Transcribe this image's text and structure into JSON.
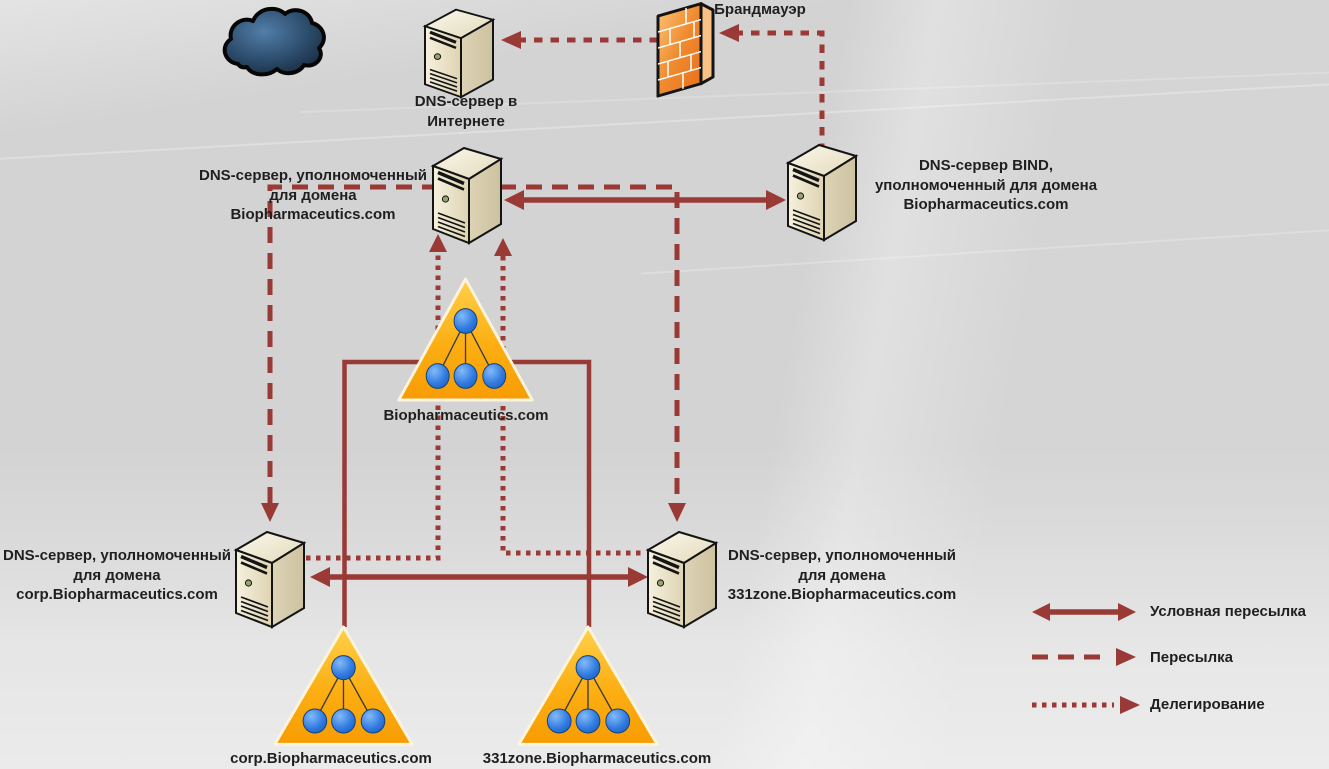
{
  "title": "DNS forwarding and delegation diagram",
  "colors": {
    "arrow": "#993a36",
    "background": "#d3d3d3",
    "text": "#1f1f1f",
    "zone_fill": "#f9a602",
    "firewall_fill": "#ee7c27",
    "server_fill": "#eee8d0",
    "ball_fill": "#2f7ae0"
  },
  "icons": {
    "cloud": "storm-cloud-icon",
    "server": "tower-server-icon",
    "firewall": "brick-wall-icon",
    "zone": "domain-zone-triangle-icon"
  },
  "labels": {
    "firewall": "Брандмауэр",
    "internet_dns": "DNS-сервер в\nИнтернете",
    "auth_root_dns": "DNS-сервер, уполномоченный\nдля домена\nBiopharmaceutics.com",
    "bind_dns": "DNS-сервер BIND,\nуполномоченный для домена\nBiopharmaceutics.com",
    "root_zone": "Biopharmaceutics.com",
    "corp_dns": "DNS-сервер, уполномоченный\nдля домена\ncorp.Biopharmaceutics.com",
    "zone331_dns": "DNS-сервер, уполномоченный\nдля домена\n331zone.Biopharmaceutics.com",
    "corp_zone": "corp.Biopharmaceutics.com",
    "zone331_zone": "331zone.Biopharmaceutics.com"
  },
  "legend": {
    "items": [
      {
        "style": "solid-double-arrow",
        "label": "Условная пересылка"
      },
      {
        "style": "dashed-arrow",
        "label": "Пересылка"
      },
      {
        "style": "dotted-arrow",
        "label": "Делегирование"
      }
    ]
  }
}
